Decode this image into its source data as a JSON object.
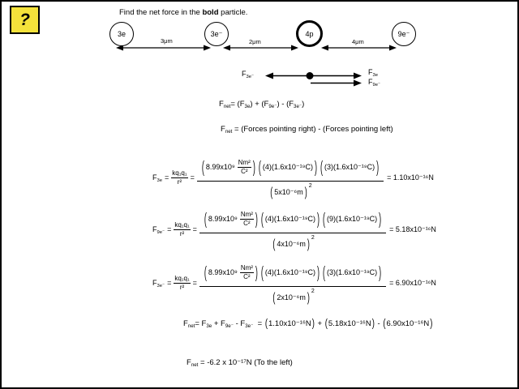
{
  "help": {
    "glyph": "?"
  },
  "title": {
    "pre": "Find the net force in the ",
    "bold": "bold",
    "post": " particle."
  },
  "diagram": {
    "charge0": "3e",
    "charge1": "3e⁻",
    "charge2": "4p",
    "charge3": "9e⁻",
    "dist0": "3μm",
    "dist1": "2μm",
    "dist2": "4μm"
  },
  "forces": {
    "f": "F",
    "left_sub": "3e⁻",
    "right_top_sub": "3e",
    "right_bottom_sub": "9e⁻"
  },
  "sym": {
    "po": "(",
    "pc": ")",
    "eq": "="
  },
  "eq1": {
    "f": "F",
    "net": "net",
    "p0": "= (F",
    "s1": "3e",
    "p1": ") + (F",
    "s2": "9e⁻",
    "p2": ") - (F",
    "s3": "3e⁻",
    "p3": ")"
  },
  "eq2": {
    "f": "F",
    "net": "net",
    "rest": " = (Forces pointing right) - (Forces pointing left)"
  },
  "coulomb": {
    "k_num": "kq₁q₁",
    "k_den": "r²",
    "const_coeff": "8.99x10⁹",
    "const_num": "Nm²",
    "const_den": "C²"
  },
  "eq3": {
    "f": "F",
    "sub": "3e",
    "q1": "(4)(1.6x10⁻¹⁹C)",
    "q2": "(3)(1.6x10⁻¹⁹C)",
    "r": "5x10⁻⁶m",
    "exp": "2",
    "result": "= 1.10x10⁻¹⁶N"
  },
  "eq4": {
    "f": "F",
    "sub": "9e⁻",
    "q1": "(4)(1.6x10⁻¹⁹C)",
    "q2": "(9)(1.6x10⁻¹⁹C)",
    "r": "4x10⁻⁶m",
    "exp": "2",
    "result": "= 5.18x10⁻¹⁶N"
  },
  "eq5": {
    "f": "F",
    "sub": "3e⁻",
    "q1": "(4)(1.6x10⁻¹⁹C)",
    "q2": "(3)(1.6x10⁻¹⁹C)",
    "r": "2x10⁻⁶m",
    "exp": "2",
    "result": "= 6.90x10⁻¹⁶N"
  },
  "eq6": {
    "f": "F",
    "net": "net",
    "p0": "= F",
    "s1": "3e",
    "p1": " + F",
    "s2": "9e⁻",
    "p2": " - F",
    "s3": "3e⁻",
    "p3": "  = ",
    "v1": "1.10x10⁻¹⁶N",
    "op1": " + ",
    "v2": "5.18x10⁻¹⁶N",
    "op2": " - ",
    "v3": "6.90x10⁻¹⁶N"
  },
  "eq7": {
    "f": "F",
    "net": "net",
    "rest": " = -6.2 x 10⁻¹⁷N (To the left)"
  }
}
